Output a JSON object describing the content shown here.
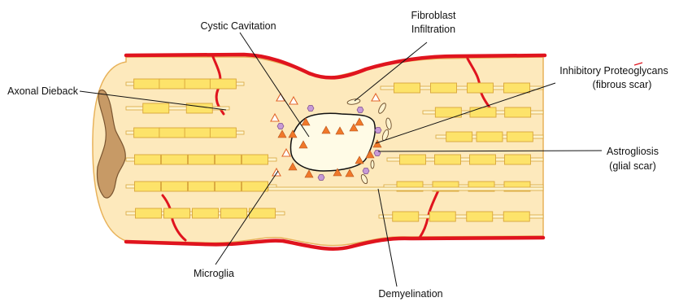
{
  "labels": {
    "axonal_dieback": "Axonal Dieback",
    "cystic_cavitation": "Cystic Cavitation",
    "fibroblast_line1": "Fibroblast",
    "fibroblast_line2": "Infiltration",
    "proteoglycans_line1": "Inhibitory Proteoglycans",
    "proteoglycans_line2": "(fibrous scar)",
    "astrogliosis_line1": "Astrogliosis",
    "astrogliosis_line2": "(glial scar)",
    "microglia": "Microglia",
    "demyelination": "Demyelination"
  },
  "colors": {
    "tissue": "#fde9bc",
    "tissue_border": "#e8b25a",
    "blood_vessel": "#e0141e",
    "axon": "#fdf3cf",
    "myelin": "#fde36a",
    "myelin_border": "#d9a53a",
    "dieback": "#c79a66",
    "cyst": "#fffbe6",
    "proteoglycan": "#f0782a",
    "astrocyte": "#c79ad6",
    "fibroblast": "#fdf3cf"
  }
}
